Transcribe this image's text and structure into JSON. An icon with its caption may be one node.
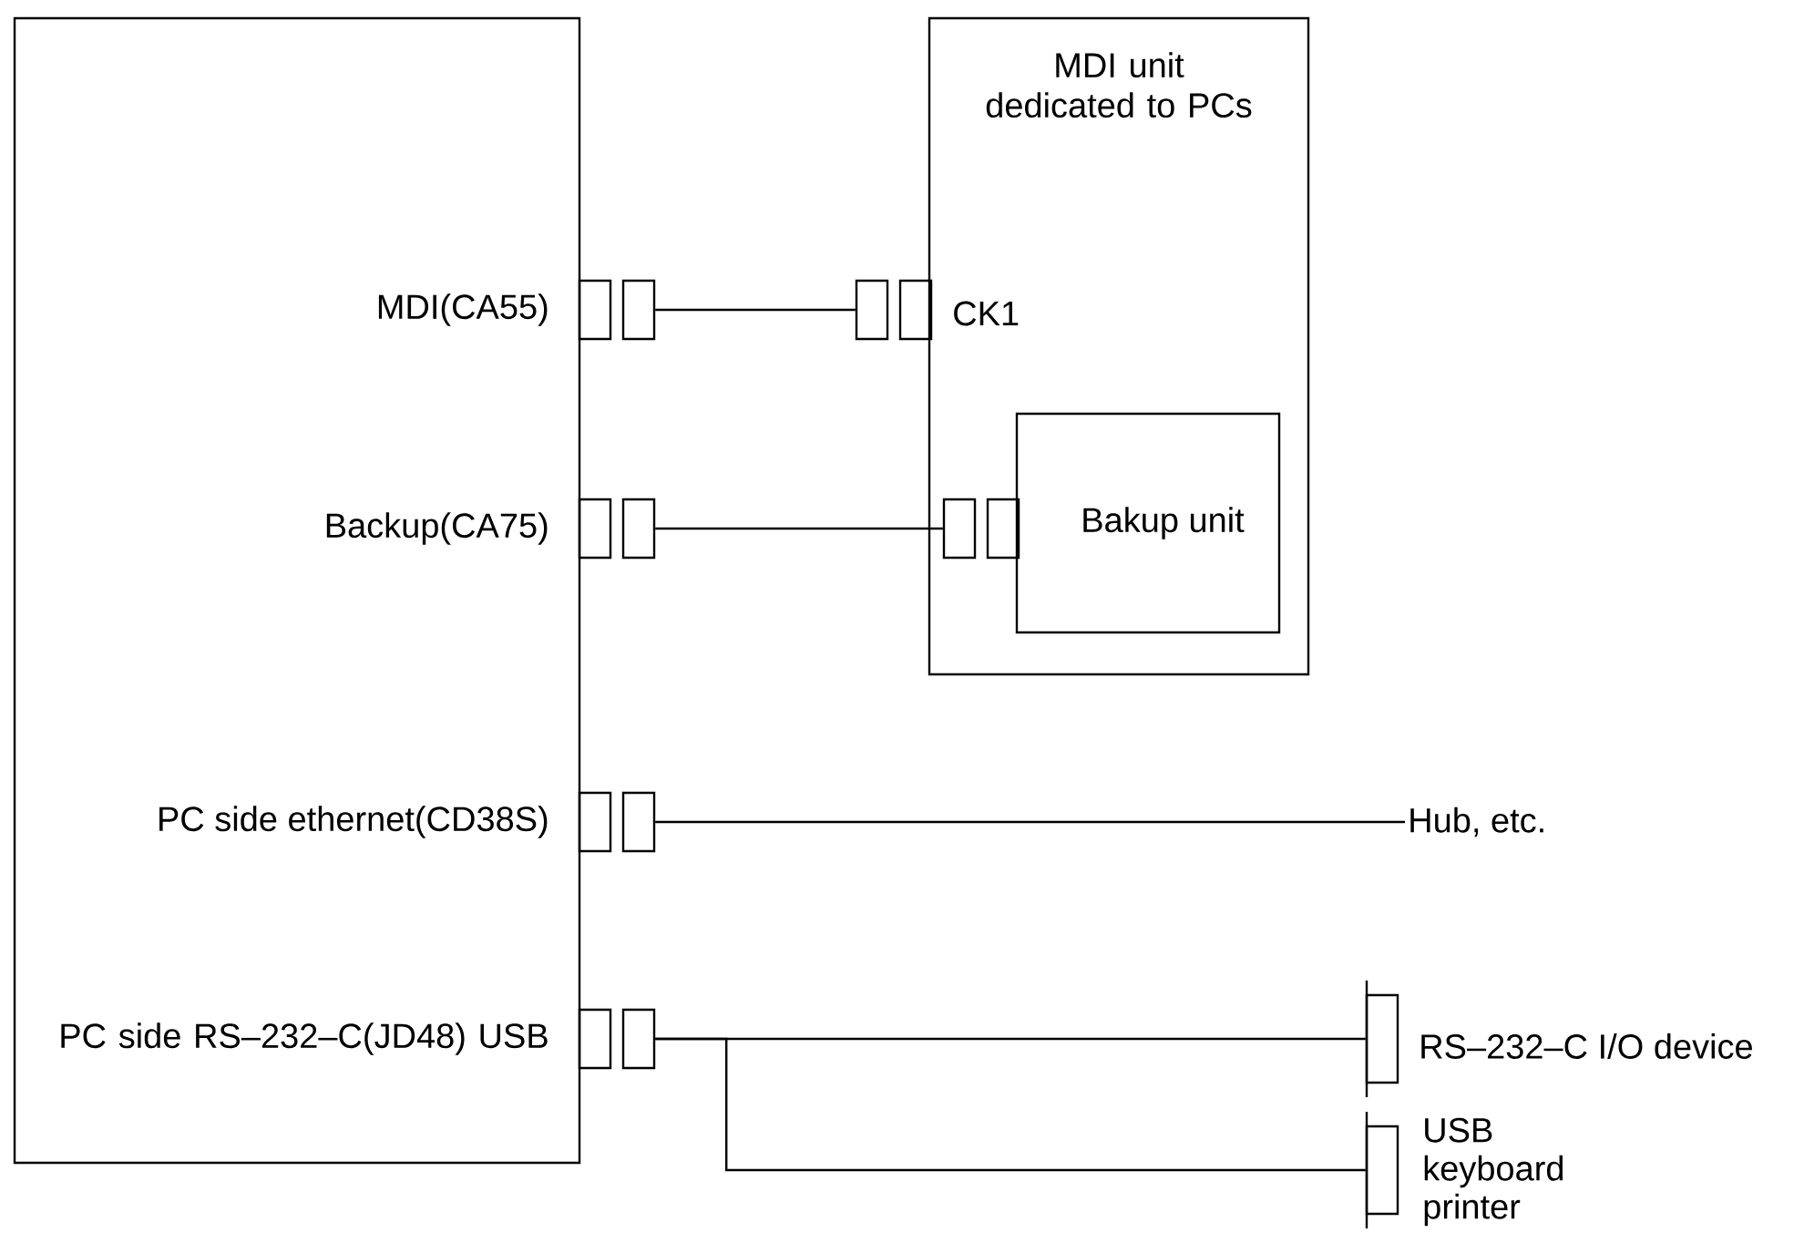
{
  "diagram": {
    "nodes": [
      {
        "text": [
          "MDI(CA55)",
          "Backup(CA75)",
          "PC side ethernet(CD38S)",
          "PC side RS–232–C(JD48) USB"
        ]
      },
      {
        "text": [
          "MDI unit dedicated to PCs"
        ]
      },
      {
        "text": [
          "Bakup unit"
        ],
        "in": 1
      },
      {
        "text": [],
        "shape": "box"
      },
      {
        "text": [],
        "shape": "box"
      },
      {
        "text": [],
        "shape": "box"
      },
      {
        "text": [],
        "shape": "box"
      },
      {
        "text": [],
        "shape": "box",
        "beside": [
          "CK1"
        ]
      },
      {
        "text": [],
        "shape": "box",
        "in": 1
      },
      {
        "text": [
          "Hub, etc."
        ]
      },
      {
        "text": [],
        "shape": "box",
        "beside": [
          "RS–232–C I/O device"
        ]
      },
      {
        "text": [],
        "shape": "box",
        "beside": [
          "USB keyboard printer"
        ]
      }
    ],
    "edges": [
      {
        "from": 3,
        "to": 7,
        "arrow": "none"
      },
      {
        "from": 4,
        "to": 8,
        "arrow": "none"
      },
      {
        "from": 5,
        "to": 9,
        "arrow": "none"
      },
      {
        "from": 6,
        "to": 10,
        "arrow": "none"
      },
      {
        "from": 6,
        "to": 11,
        "arrow": "none"
      }
    ]
  }
}
